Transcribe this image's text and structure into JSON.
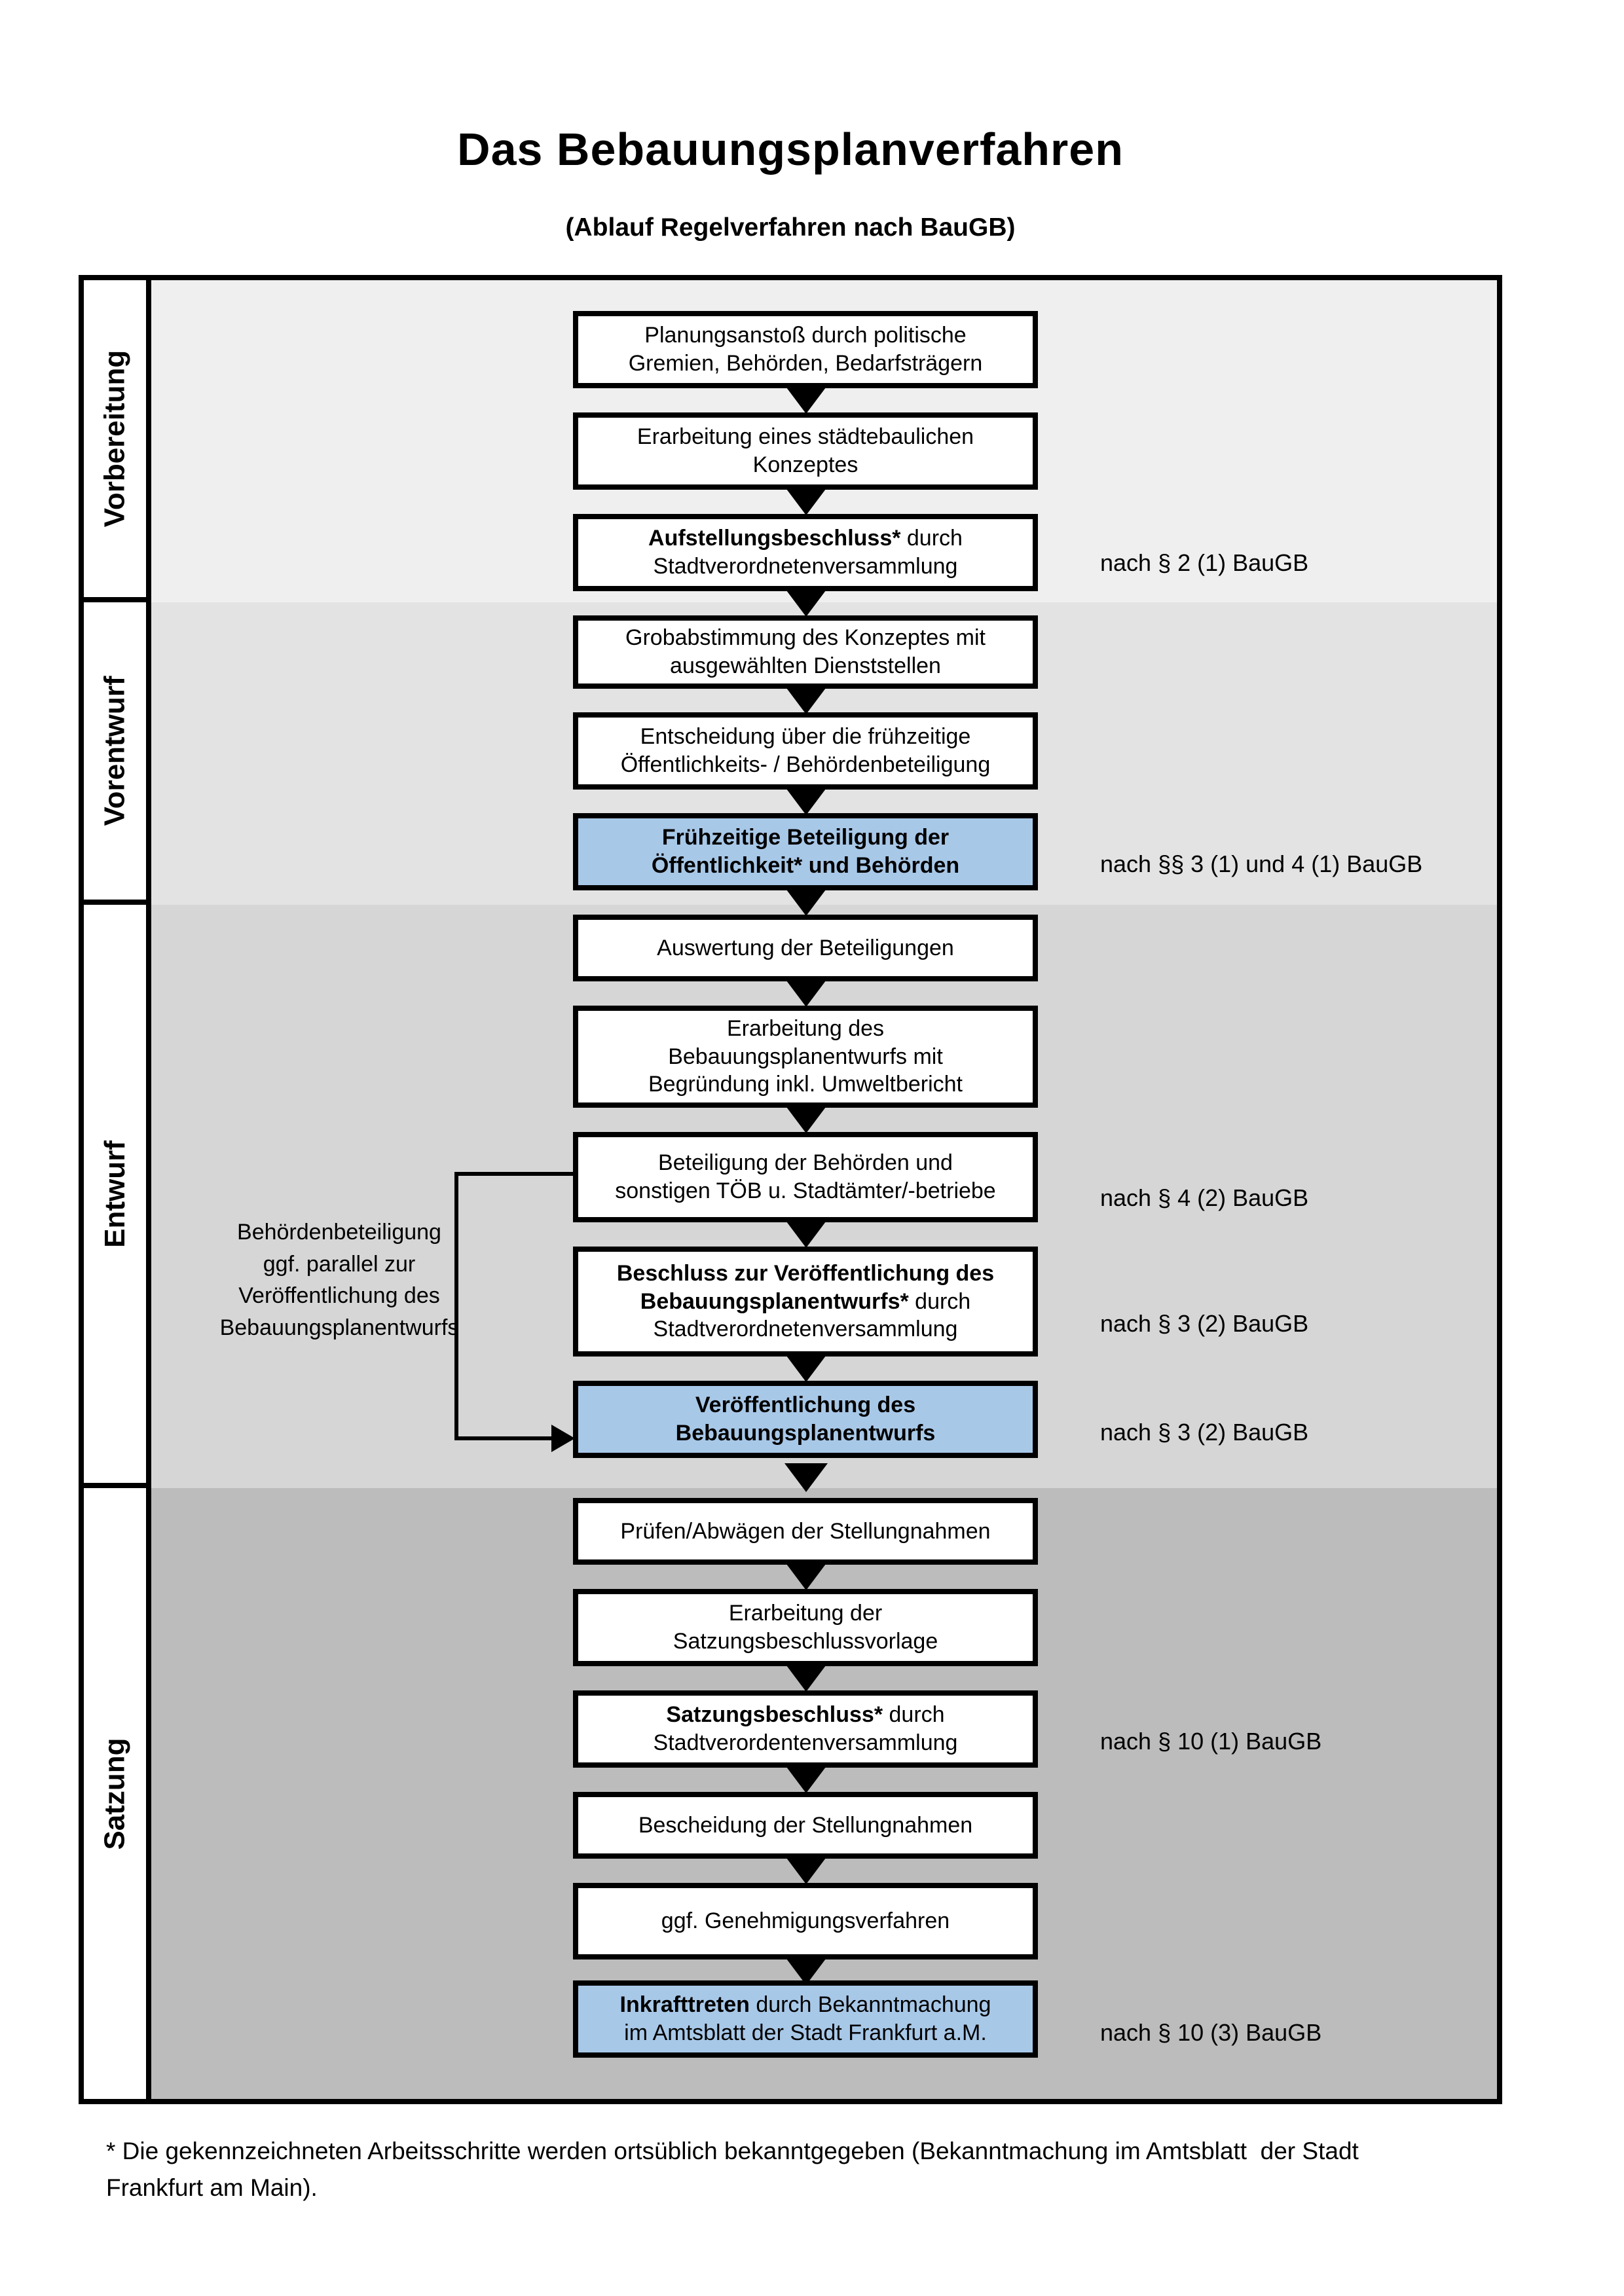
{
  "title": "Das Bebauungsplanverfahren",
  "subtitle": "(Ablauf Regelverfahren nach BauGB)",
  "colors": {
    "highlight_blue": "#a8c8e8",
    "section_vorbereitung_bg": "#efefef",
    "section_vorentwurf_bg": "#e3e3e3",
    "section_entwurf_bg": "#d6d6d6",
    "section_satzung_bg": "#bcbcbc",
    "box_border": "#000000",
    "box_bg": "#ffffff"
  },
  "phases": [
    {
      "label": "Vorbereitung"
    },
    {
      "label": "Vorentwurf"
    },
    {
      "label": "Entwurf"
    },
    {
      "label": "Satzung"
    }
  ],
  "flow": {
    "boxes": [
      {
        "bold": "",
        "text": "Planungsanstoß durch politische\nGremien, Behörden, Bedarfsträgern",
        "highlight": false
      },
      {
        "bold": "",
        "text": "Erarbeitung eines städtebaulichen\nKonzeptes",
        "highlight": false
      },
      {
        "bold": "Aufstellungsbeschluss*",
        "text": " durch\nStadtverordnetenversammlung",
        "highlight": false
      },
      {
        "bold": "",
        "text": "Grobabstimmung des Konzeptes mit\nausgewählten Dienststellen",
        "highlight": false
      },
      {
        "bold": "",
        "text": "Entscheidung über die frühzeitige\nÖffentlichkeits- / Behördenbeteiligung",
        "highlight": false
      },
      {
        "bold": "Frühzeitige Beteiligung der\nÖffentlichkeit* und Behörden",
        "text": "",
        "highlight": true
      },
      {
        "bold": "",
        "text": "Auswertung der Beteiligungen",
        "highlight": false
      },
      {
        "bold": "",
        "text": "Erarbeitung des\nBebauungsplanentwurfs mit\nBegründung inkl. Umweltbericht",
        "highlight": false
      },
      {
        "bold": "",
        "text": "Beteiligung der Behörden und\nsonstigen TÖB u. Stadtämter/-betriebe",
        "highlight": false
      },
      {
        "bold": "Beschluss zur Veröffentlichung des\nBebauungsplanentwurfs*",
        "text": " durch\nStadtverordnetenversammlung",
        "highlight": false
      },
      {
        "bold": "Veröffentlichung des\nBebauungsplanentwurfs",
        "text": "",
        "highlight": true
      },
      {
        "bold": "",
        "text": "Prüfen/Abwägen der Stellungnahmen",
        "highlight": false
      },
      {
        "bold": "",
        "text": "Erarbeitung der\nSatzungsbeschlussvorlage",
        "highlight": false
      },
      {
        "bold": "Satzungsbeschluss*",
        "text": " durch\nStadtverordentenversammlung",
        "highlight": false
      },
      {
        "bold": "",
        "text": "Bescheidung der Stellungnahmen",
        "highlight": false
      },
      {
        "bold": "",
        "text": "ggf. Genehmigungsverfahren",
        "highlight": false
      },
      {
        "bold": "Inkrafttreten",
        "text": " durch Bekanntmachung\nim Amtsblatt der Stadt Frankfurt a.M.",
        "highlight": true
      }
    ]
  },
  "legal_refs": [
    "nach § 2 (1) BauGB",
    "nach §§ 3 (1) und 4 (1) BauGB",
    "nach § 4 (2) BauGB",
    "nach § 3 (2) BauGB",
    "nach § 3 (2) BauGB",
    "nach § 10 (1) BauGB",
    "nach § 10 (3) BauGB"
  ],
  "side_note": "Behördenbeteiligung\nggf. parallel zur\nVeröffentlichung des\nBebauungsplanentwurfs",
  "footnote": "* Die gekennzeichneten Arbeitsschritte werden ortsüblich bekanntgegeben (Bekanntmachung im Amtsblatt  der Stadt\nFrankfurt am Main)."
}
